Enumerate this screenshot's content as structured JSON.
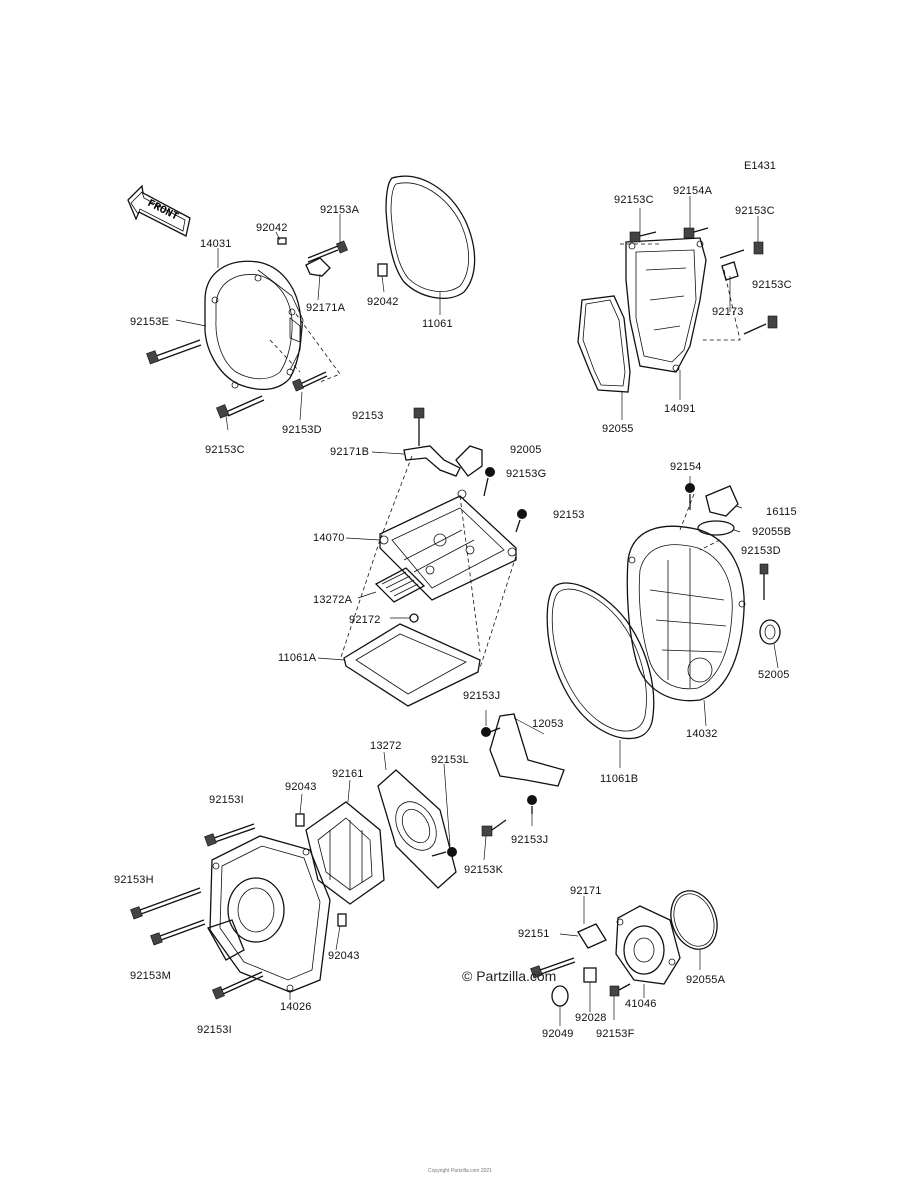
{
  "diagram_code": "E1431",
  "front_arrow_label": "FRONT",
  "watermark": "© Partzilla.com",
  "footer_text": "Copyright Partzilla.com 2021",
  "parts": [
    {
      "id": "14031",
      "label": "14031"
    },
    {
      "id": "92042-a",
      "label": "92042"
    },
    {
      "id": "92153A",
      "label": "92153A"
    },
    {
      "id": "92171A",
      "label": "92171A"
    },
    {
      "id": "92153E",
      "label": "92153E"
    },
    {
      "id": "92153D-a",
      "label": "92153D"
    },
    {
      "id": "92153C-a",
      "label": "92153C"
    },
    {
      "id": "92042-b",
      "label": "92042"
    },
    {
      "id": "11061",
      "label": "11061"
    },
    {
      "id": "92153C-b",
      "label": "92153C"
    },
    {
      "id": "92154A",
      "label": "92154A"
    },
    {
      "id": "92153C-c",
      "label": "92153C"
    },
    {
      "id": "92153C-d",
      "label": "92153C"
    },
    {
      "id": "92173",
      "label": "92173"
    },
    {
      "id": "14091",
      "label": "14091"
    },
    {
      "id": "92055",
      "label": "92055"
    },
    {
      "id": "92153-a",
      "label": "92153"
    },
    {
      "id": "92171B",
      "label": "92171B"
    },
    {
      "id": "92005",
      "label": "92005"
    },
    {
      "id": "92153G",
      "label": "92153G"
    },
    {
      "id": "92153-b",
      "label": "92153"
    },
    {
      "id": "14070",
      "label": "14070"
    },
    {
      "id": "13272A",
      "label": "13272A"
    },
    {
      "id": "92172",
      "label": "92172"
    },
    {
      "id": "11061A",
      "label": "11061A"
    },
    {
      "id": "92154",
      "label": "92154"
    },
    {
      "id": "16115",
      "label": "16115"
    },
    {
      "id": "92055B",
      "label": "92055B"
    },
    {
      "id": "92153D-b",
      "label": "92153D"
    },
    {
      "id": "52005",
      "label": "52005"
    },
    {
      "id": "14032",
      "label": "14032"
    },
    {
      "id": "11061B",
      "label": "11061B"
    },
    {
      "id": "92153J-a",
      "label": "92153J"
    },
    {
      "id": "12053",
      "label": "12053"
    },
    {
      "id": "92153J-b",
      "label": "92153J"
    },
    {
      "id": "92153K",
      "label": "92153K"
    },
    {
      "id": "13272",
      "label": "13272"
    },
    {
      "id": "92153L",
      "label": "92153L"
    },
    {
      "id": "92161",
      "label": "92161"
    },
    {
      "id": "92043-a",
      "label": "92043"
    },
    {
      "id": "92153I-a",
      "label": "92153I"
    },
    {
      "id": "92153H",
      "label": "92153H"
    },
    {
      "id": "92153M",
      "label": "92153M"
    },
    {
      "id": "92043-b",
      "label": "92043"
    },
    {
      "id": "14026",
      "label": "14026"
    },
    {
      "id": "92153I-b",
      "label": "92153I"
    },
    {
      "id": "92171",
      "label": "92171"
    },
    {
      "id": "92151",
      "label": "92151"
    },
    {
      "id": "92055A",
      "label": "92055A"
    },
    {
      "id": "41046",
      "label": "41046"
    },
    {
      "id": "92028",
      "label": "92028"
    },
    {
      "id": "92049",
      "label": "92049"
    },
    {
      "id": "92153F",
      "label": "92153F"
    }
  ]
}
